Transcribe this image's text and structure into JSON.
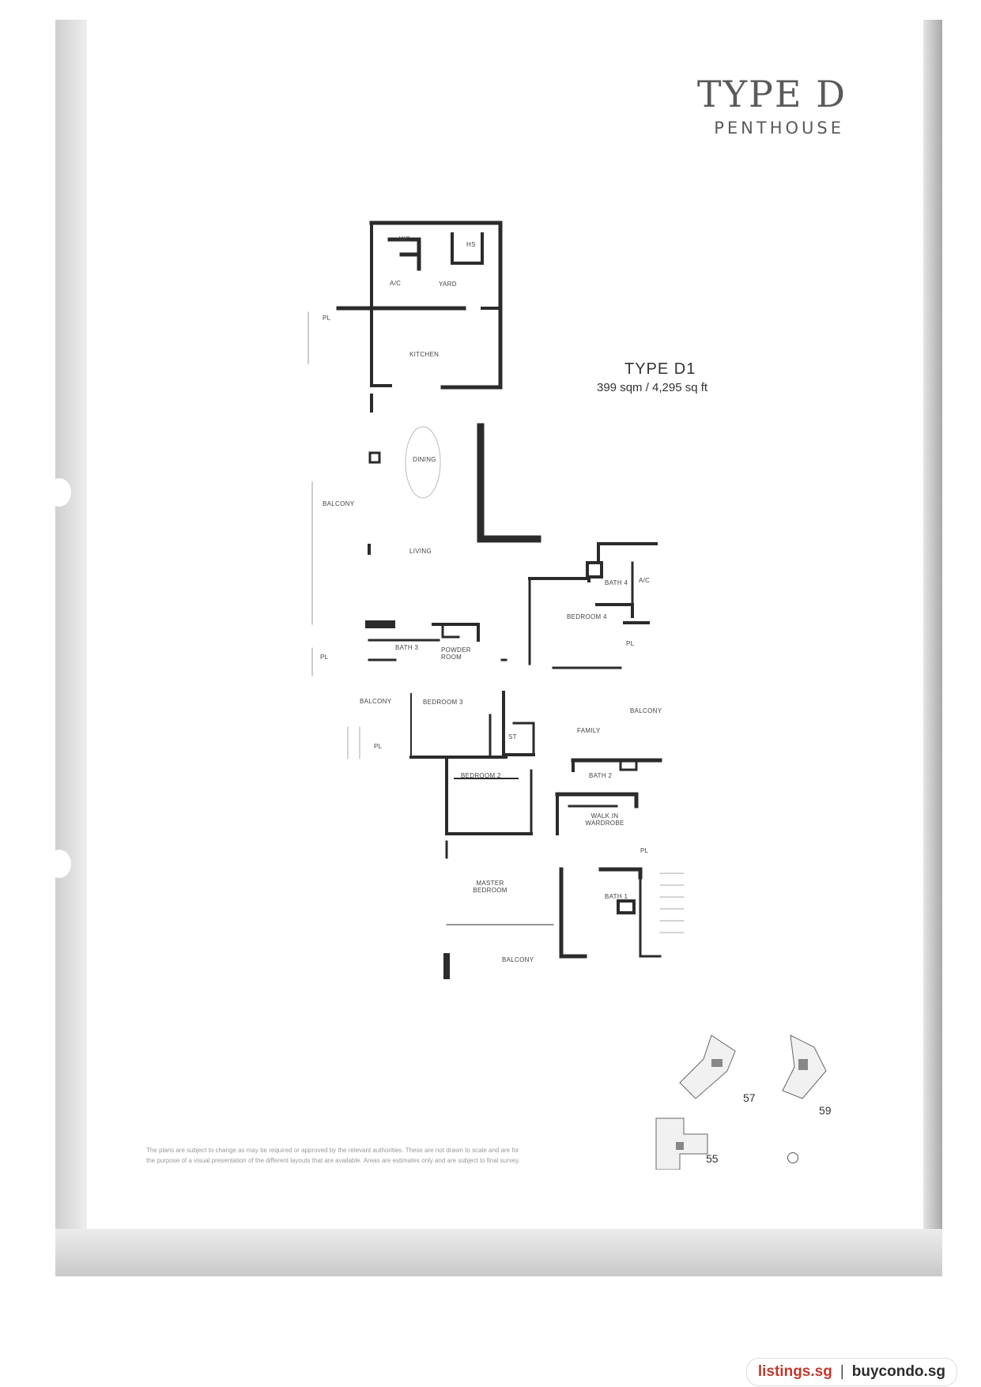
{
  "header": {
    "title": "TYPE D",
    "subtitle": "PENTHOUSE"
  },
  "unit": {
    "name": "TYPE D1",
    "area": "399 sqm / 4,295 sq ft"
  },
  "rooms": {
    "wc": "WC",
    "hs": "HS",
    "ac_top": "A/C",
    "yard": "YARD",
    "kitchen": "KITCHEN",
    "dining": "DINING",
    "living": "LIVING",
    "balcony_left": "BALCONY",
    "pl_top": "PL",
    "pl_left": "PL",
    "bath3": "BATH 3",
    "powder_room": "POWDER ROOM",
    "bath4": "BATH 4",
    "ac_right": "A/C",
    "bedroom4": "BEDROOM 4",
    "pl_bed4": "PL",
    "balcony_bed3": "BALCONY",
    "bedroom3": "BEDROOM 3",
    "pl_bed3": "PL",
    "st": "ST",
    "family": "FAMILY",
    "balcony_family": "BALCONY",
    "bedroom2": "BEDROOM 2",
    "bath2": "BATH 2",
    "walk_in_wardrobe": "WALK IN WARDROBE",
    "pl_wardrobe": "PL",
    "master_bedroom": "MASTER BEDROOM",
    "bath1": "BATH 1",
    "balcony_master": "BALCONY"
  },
  "disclaimer": [
    "The plans are subject to change as may be required or approved by the relevant authorities. These are not drawn to scale and are for",
    "the purpose of a visual presentation of the different layouts that are available. Areas are estimates only and are subject to final survey."
  ],
  "keyplan": {
    "block_57": "57",
    "block_59": "59",
    "block_55": "55"
  },
  "footer": {
    "site_a": "listings.sg",
    "separator": "|",
    "site_b": "buycondo.sg"
  },
  "colors": {
    "wall": "#2b2b2b",
    "text": "#444444",
    "footer_accent": "#c0392b"
  }
}
